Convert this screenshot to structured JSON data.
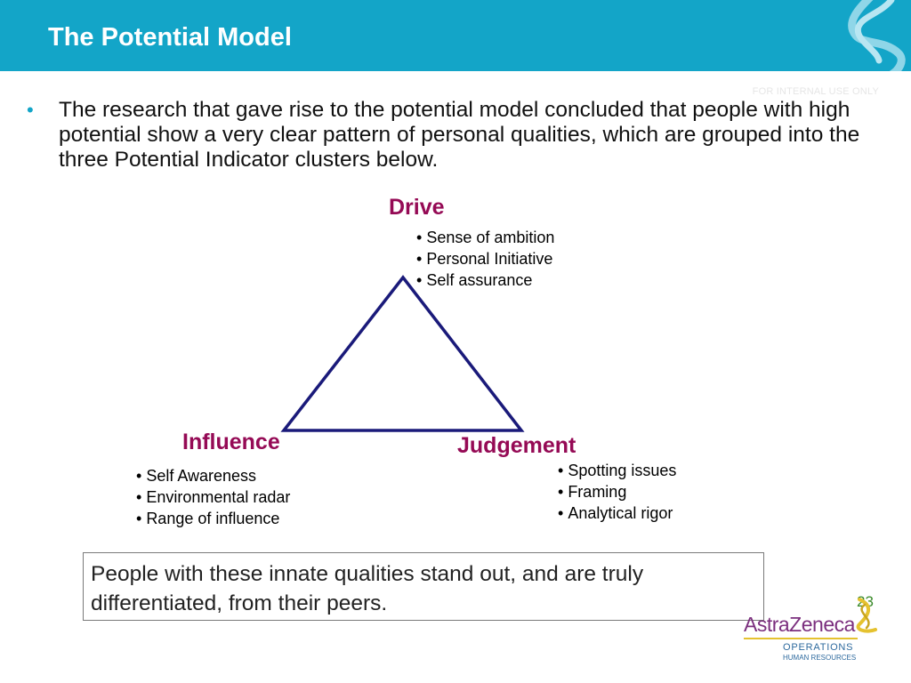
{
  "slide": {
    "title": "The Potential Model",
    "classification": "FOR INTERNAL USE ONLY",
    "intro": "The research that gave rise to the potential model concluded that people with high potential show a very clear pattern of personal qualities, which are grouped into the three Potential Indicator clusters below.",
    "page_number": "23"
  },
  "clusters": {
    "drive": {
      "title": "Drive",
      "items": [
        "Sense of ambition",
        "Personal Initiative",
        "Self assurance"
      ]
    },
    "influence": {
      "title": "Influence",
      "items": [
        "Self Awareness",
        "Environmental radar",
        "Range of influence"
      ]
    },
    "judgement": {
      "title": "Judgement",
      "items": [
        "Spotting issues",
        "Framing",
        "Analytical rigor"
      ]
    }
  },
  "callout": {
    "text": "People with these innate qualities stand out, and are truly differentiated, from their peers."
  },
  "logo": {
    "company": "AstraZeneca",
    "division": "OPERATIONS",
    "department": "HUMAN RESOURCES"
  },
  "colors": {
    "header": "#13a5c8",
    "cluster_title": "#950a55",
    "triangle": "#1a1a7a"
  }
}
